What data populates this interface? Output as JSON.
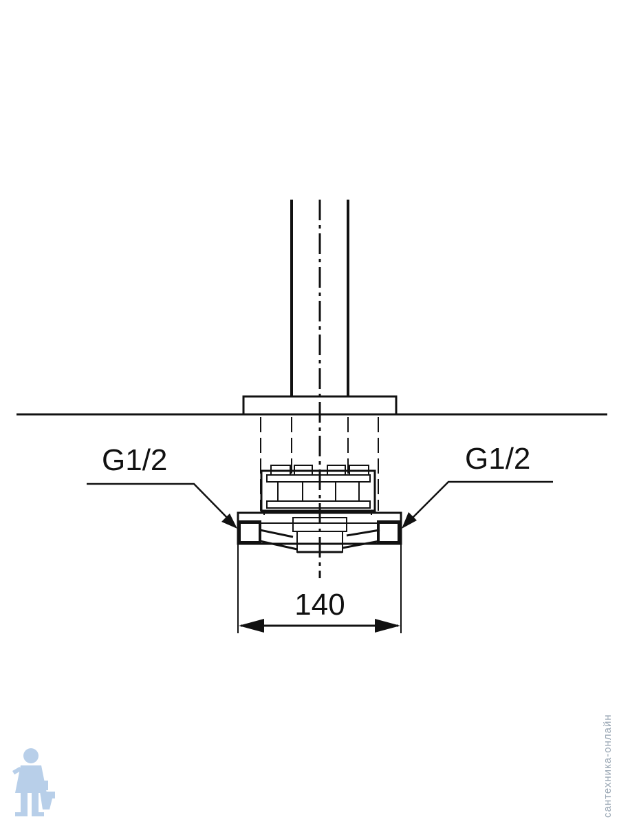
{
  "drawing": {
    "dimension_width": "140",
    "thread_left": "G1/2",
    "thread_right": "G1/2"
  },
  "watermark": {
    "text": "сантехника-онлайн",
    "logo_icon": "plumber-mascot-icon",
    "color": "#7fa8d8"
  },
  "colors": {
    "line": "#111111",
    "background": "#ffffff"
  }
}
